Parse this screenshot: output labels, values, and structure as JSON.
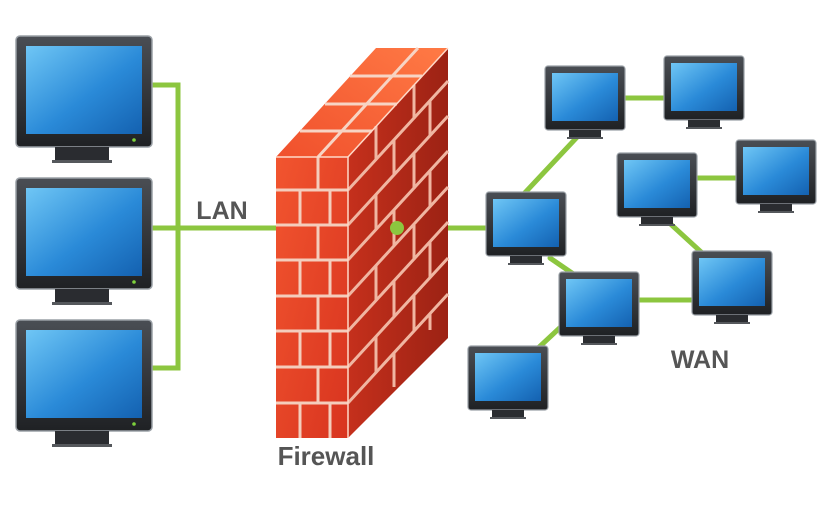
{
  "labels": {
    "lan": "LAN",
    "firewall": "Firewall",
    "wan": "WAN"
  },
  "colors": {
    "link": "#8cc63f",
    "screen_top": "#5bb8ee",
    "screen_bottom": "#1671c4",
    "bezel": "#2c2f33",
    "brick": "#e8432b",
    "brick_dark": "#a8281a",
    "mortar": "#f3c9b8",
    "label": "#555555"
  },
  "icons": {
    "monitor": "monitor-icon",
    "firewall": "brick-wall-icon"
  }
}
